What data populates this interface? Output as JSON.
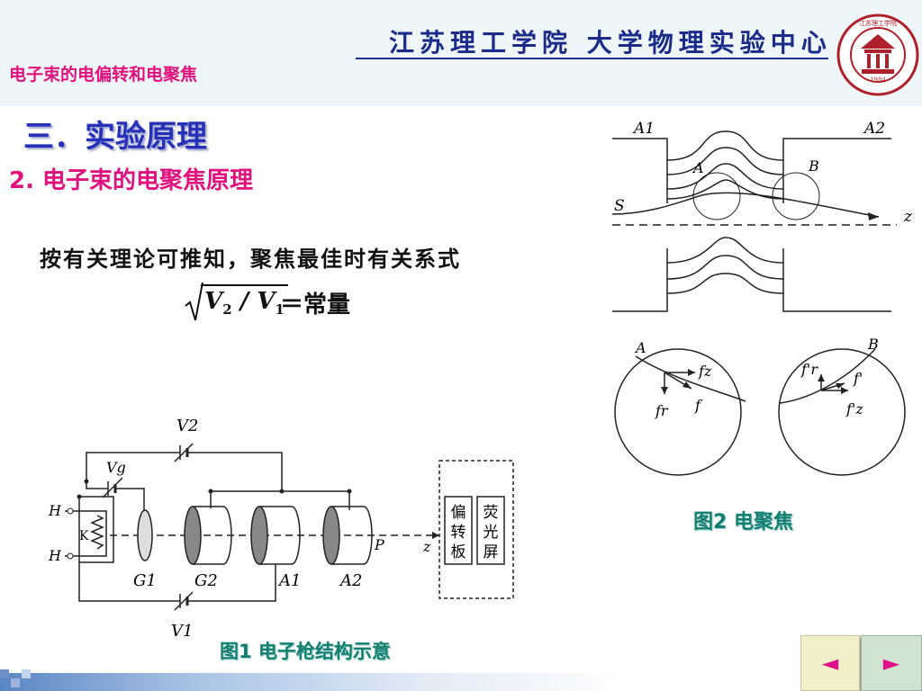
{
  "header": {
    "banner_text": "江苏理工学院 大学物理实验中心",
    "logo_text": "江苏理工学院",
    "logo_year": "1984"
  },
  "slide": {
    "course_title": "电子束的电偏转和电聚焦",
    "section_title": "三．实验原理",
    "subsection_title": "2. 电子束的电聚焦原理",
    "principle_text": "按有关理论可推知，聚焦最佳时有关系式",
    "formula": {
      "numerator": "V",
      "num_sub": "2",
      "slash": " / ",
      "denominator": "V",
      "den_sub": "1",
      "equals": "＝常量"
    }
  },
  "figure1": {
    "caption": "图1 电子枪结构示意",
    "labels": {
      "v2": "V2",
      "vg": "Vg",
      "h_top": "H",
      "h_bottom": "H",
      "k": "K",
      "g1": "G1",
      "g2": "G2",
      "a1": "A1",
      "a2": "A2",
      "v1": "V1",
      "p": "P",
      "z": "z",
      "deflect_1": "偏",
      "deflect_2": "转",
      "deflect_3": "板",
      "screen_1": "荧",
      "screen_2": "光",
      "screen_3": "屏"
    }
  },
  "figure2": {
    "caption": "图2 电聚焦",
    "labels": {
      "a1": "A1",
      "a2": "A2",
      "a": "A",
      "b": "B",
      "s": "S",
      "z": "z",
      "circle_a": "A",
      "circle_b": "B",
      "fz": "fz",
      "fr": "fr",
      "f": "f",
      "fr_prime": "f'r",
      "f_prime": "f'",
      "fz_prime": "f'z"
    }
  },
  "nav": {
    "prev_symbol": "◄",
    "next_symbol": "►"
  },
  "colors": {
    "magenta": "#e0107c",
    "blue": "#2630b8",
    "teal": "#13806f",
    "banner_blue": "#1a2b8a"
  }
}
